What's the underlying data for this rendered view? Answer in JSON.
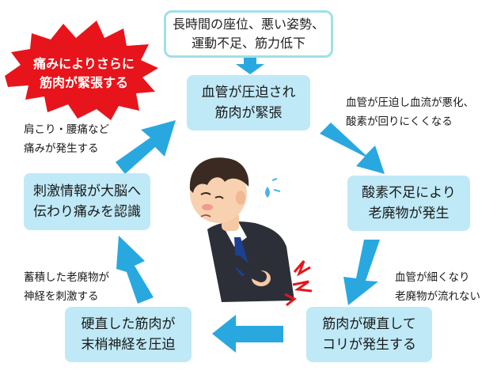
{
  "top_box": {
    "text": "長時間の座位、悪い姿勢、\n運動不足、筋力低下"
  },
  "burst": {
    "text": "痛みによりさらに\n筋肉が緊張する",
    "color": "#e8141b"
  },
  "nodes": {
    "n1": "血管が圧迫され\n筋肉が緊張",
    "n2": "酸素不足により\n老廃物が発生",
    "n3": "筋肉が硬直して\nコリが発生する",
    "n4": "硬直した筋肉が\n末梢神経を圧迫",
    "n5": "刺激情報が大脳へ\n伝わり痛みを認識"
  },
  "notes": {
    "a1": "血管が圧迫し血流が悪化、\n酸素が回りにくくなる",
    "a2": "血管が細くなり\n老廃物が流れない",
    "a4": "蓄積した老廃物が\n神経を刺激する",
    "a5": "肩こり・腰痛など\n痛みが発生する"
  },
  "colors": {
    "box_fill": "#bfe9f7",
    "arrow": "#29a8e0",
    "top_border": "#9fe0ea",
    "pain_red": "#e8141b"
  }
}
